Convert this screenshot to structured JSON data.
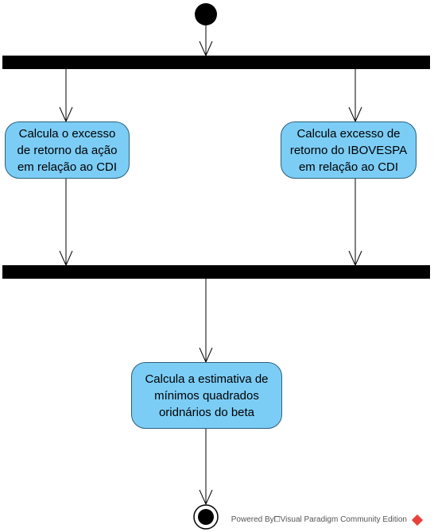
{
  "diagram": {
    "actions": {
      "left": "Calcula o excesso\nde retorno da ação\nem relação ao CDI",
      "right": "Calcula excesso de\nretorno do IBOVESPA\nem relação ao CDI",
      "bottom": "Calcula a estimativa de\nmínimos quadrados\noridnários do beta"
    },
    "watermark": "Powered By⧠Visual Paradigm Community Edition",
    "colors": {
      "action_fill": "#7ccdf5",
      "action_border": "#2a5f7a",
      "bar": "#000000",
      "line": "#000000",
      "watermark_logo": "#e8413c"
    }
  }
}
